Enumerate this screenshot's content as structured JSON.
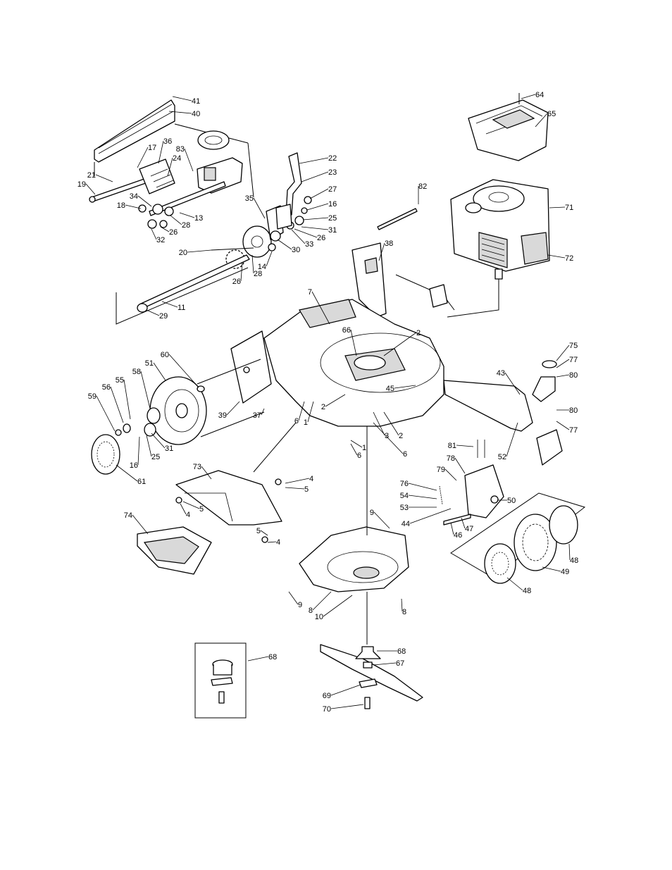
{
  "callouts": [
    {
      "id": "c41",
      "label": "41"
    },
    {
      "id": "c40",
      "label": "40"
    },
    {
      "id": "c36",
      "label": "36"
    },
    {
      "id": "c17",
      "label": "17"
    },
    {
      "id": "c24",
      "label": "24"
    },
    {
      "id": "c83",
      "label": "83"
    },
    {
      "id": "c21",
      "label": "21"
    },
    {
      "id": "c19",
      "label": "19"
    },
    {
      "id": "c34",
      "label": "34"
    },
    {
      "id": "c18",
      "label": "18"
    },
    {
      "id": "c13",
      "label": "13"
    },
    {
      "id": "c28a",
      "label": "28"
    },
    {
      "id": "c26a",
      "label": "26"
    },
    {
      "id": "c32",
      "label": "32"
    },
    {
      "id": "c22",
      "label": "22"
    },
    {
      "id": "c23",
      "label": "23"
    },
    {
      "id": "c27",
      "label": "27"
    },
    {
      "id": "c16a",
      "label": "16"
    },
    {
      "id": "c25a",
      "label": "25"
    },
    {
      "id": "c31a",
      "label": "31"
    },
    {
      "id": "c26b",
      "label": "26"
    },
    {
      "id": "c33",
      "label": "33"
    },
    {
      "id": "c30",
      "label": "30"
    },
    {
      "id": "c35",
      "label": "35"
    },
    {
      "id": "c14",
      "label": "14"
    },
    {
      "id": "c28b",
      "label": "28"
    },
    {
      "id": "c26c",
      "label": "26"
    },
    {
      "id": "c20",
      "label": "20"
    },
    {
      "id": "c11",
      "label": "11"
    },
    {
      "id": "c29",
      "label": "29"
    },
    {
      "id": "c64",
      "label": "64"
    },
    {
      "id": "c65",
      "label": "65"
    },
    {
      "id": "c82",
      "label": "82"
    },
    {
      "id": "c71",
      "label": "71"
    },
    {
      "id": "c72",
      "label": "72"
    },
    {
      "id": "c38",
      "label": "38"
    },
    {
      "id": "c7",
      "label": "7"
    },
    {
      "id": "c66",
      "label": "66"
    },
    {
      "id": "c2a",
      "label": "2"
    },
    {
      "id": "c75",
      "label": "75"
    },
    {
      "id": "c77a",
      "label": "77"
    },
    {
      "id": "c80a",
      "label": "80"
    },
    {
      "id": "c43",
      "label": "43"
    },
    {
      "id": "c45",
      "label": "45"
    },
    {
      "id": "c80b",
      "label": "80"
    },
    {
      "id": "c77b",
      "label": "77"
    },
    {
      "id": "c60",
      "label": "60"
    },
    {
      "id": "c51",
      "label": "51"
    },
    {
      "id": "c58",
      "label": "58"
    },
    {
      "id": "c55",
      "label": "55"
    },
    {
      "id": "c56",
      "label": "56"
    },
    {
      "id": "c59",
      "label": "59"
    },
    {
      "id": "c39",
      "label": "39"
    },
    {
      "id": "c37",
      "label": "37"
    },
    {
      "id": "c2b",
      "label": "2"
    },
    {
      "id": "c1a",
      "label": "1"
    },
    {
      "id": "c6a",
      "label": "6"
    },
    {
      "id": "c3",
      "label": "3"
    },
    {
      "id": "c2c",
      "label": "2"
    },
    {
      "id": "c6b",
      "label": "6"
    },
    {
      "id": "c1b",
      "label": "1"
    },
    {
      "id": "c6c",
      "label": "6"
    },
    {
      "id": "c31b",
      "label": "31"
    },
    {
      "id": "c25b",
      "label": "25"
    },
    {
      "id": "c16b",
      "label": "16"
    },
    {
      "id": "c61",
      "label": "61"
    },
    {
      "id": "c52",
      "label": "52"
    },
    {
      "id": "c81",
      "label": "81"
    },
    {
      "id": "c78",
      "label": "78"
    },
    {
      "id": "c79",
      "label": "79"
    },
    {
      "id": "c76",
      "label": "76"
    },
    {
      "id": "c54",
      "label": "54"
    },
    {
      "id": "c53",
      "label": "53"
    },
    {
      "id": "c50",
      "label": "50"
    },
    {
      "id": "c44",
      "label": "44"
    },
    {
      "id": "c47",
      "label": "47"
    },
    {
      "id": "c46",
      "label": "46"
    },
    {
      "id": "c73",
      "label": "73"
    },
    {
      "id": "c4a",
      "label": "4"
    },
    {
      "id": "c5a",
      "label": "5"
    },
    {
      "id": "c5b",
      "label": "5"
    },
    {
      "id": "c4b",
      "label": "4"
    },
    {
      "id": "c5c",
      "label": "5"
    },
    {
      "id": "c4c",
      "label": "4"
    },
    {
      "id": "c74",
      "label": "74"
    },
    {
      "id": "c9a",
      "label": "9"
    },
    {
      "id": "c9b",
      "label": "9"
    },
    {
      "id": "c8a",
      "label": "8"
    },
    {
      "id": "c10",
      "label": "10"
    },
    {
      "id": "c8b",
      "label": "8"
    },
    {
      "id": "c48a",
      "label": "48"
    },
    {
      "id": "c49",
      "label": "49"
    },
    {
      "id": "c48b",
      "label": "48"
    },
    {
      "id": "c68a",
      "label": "68"
    },
    {
      "id": "c68b",
      "label": "68"
    },
    {
      "id": "c67",
      "label": "67"
    },
    {
      "id": "c69",
      "label": "69"
    },
    {
      "id": "c70",
      "label": "70"
    }
  ]
}
